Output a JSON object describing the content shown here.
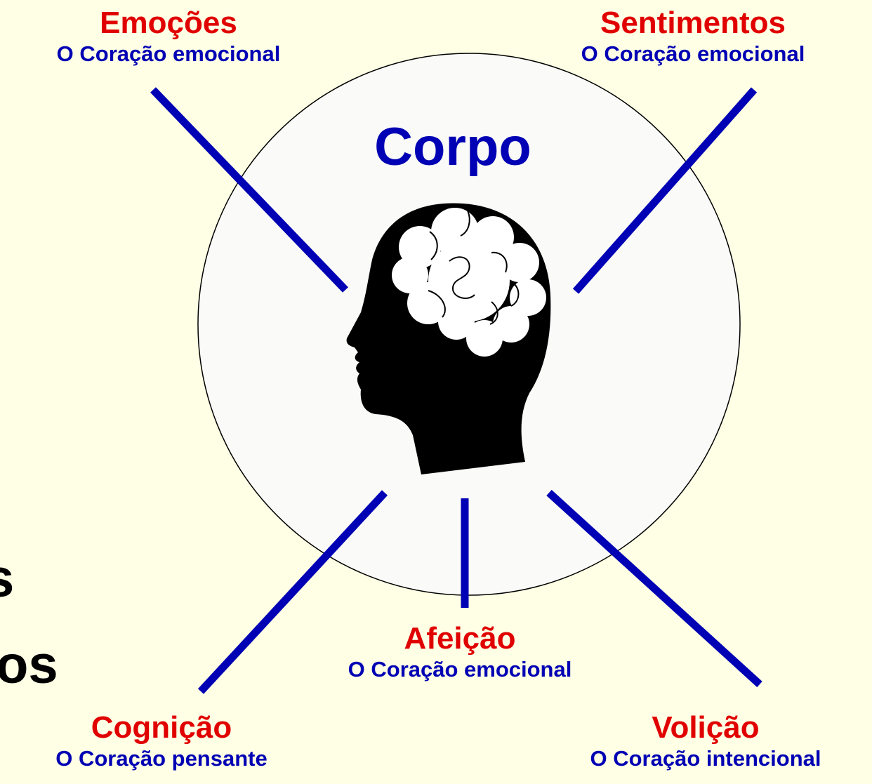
{
  "center": {
    "title": "Corpo"
  },
  "nodes": [
    {
      "title": "Emoções",
      "subtitle": "O Coração emocional"
    },
    {
      "title": "Sentimentos",
      "subtitle": "O Coração emocional"
    },
    {
      "title": "Afeição",
      "subtitle": "O Coração emocional"
    },
    {
      "title": "Cognição",
      "subtitle": "O Coração pensante"
    },
    {
      "title": "Volição",
      "subtitle": "O Coração intencional"
    }
  ],
  "background_partial": [
    "s",
    "os"
  ],
  "colors": {
    "background": "#ffffe5",
    "title": "#e00000",
    "subtitle": "#0000b4",
    "connector": "#0000b4",
    "circle_fill": "#fafaf8",
    "head": "#000000",
    "brain": "#ffffff"
  },
  "icons": [
    "head-silhouette-icon",
    "brain-icon"
  ]
}
